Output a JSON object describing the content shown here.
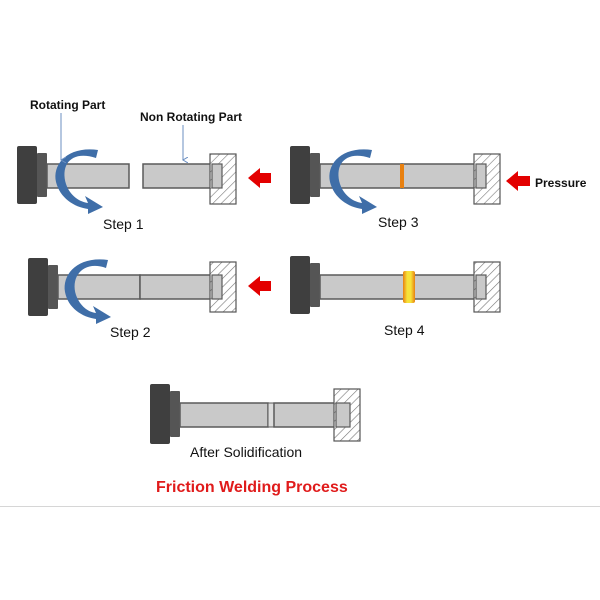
{
  "labels": {
    "rotating_part": "Rotating Part",
    "non_rotating_part": "Non Rotating Part",
    "pressure": "Pressure",
    "step1": "Step 1",
    "step2": "Step 2",
    "step3": "Step 3",
    "step4": "Step 4",
    "after": "After Solidification",
    "title": "Friction Welding Process"
  },
  "colors": {
    "chuck_dark": "#3f3f3f",
    "chuck_mid": "#555555",
    "rod_fill": "#c9c9c9",
    "rod_stroke": "#5a5a5a",
    "rotation_arrow": "#3f6ea8",
    "pressure_arrow": "#e30000",
    "title_red": "#e01b1b",
    "weld_orange": "#e88010",
    "weld_yellow": "#f6e23a",
    "leader_blue": "#6b8fc2"
  },
  "icons": {
    "rotation": "curved-rotation-arrow-icon",
    "pressure": "red-pressure-arrow-icon",
    "fixture": "hatched-fixture-icon",
    "chuck": "chuck-icon"
  }
}
